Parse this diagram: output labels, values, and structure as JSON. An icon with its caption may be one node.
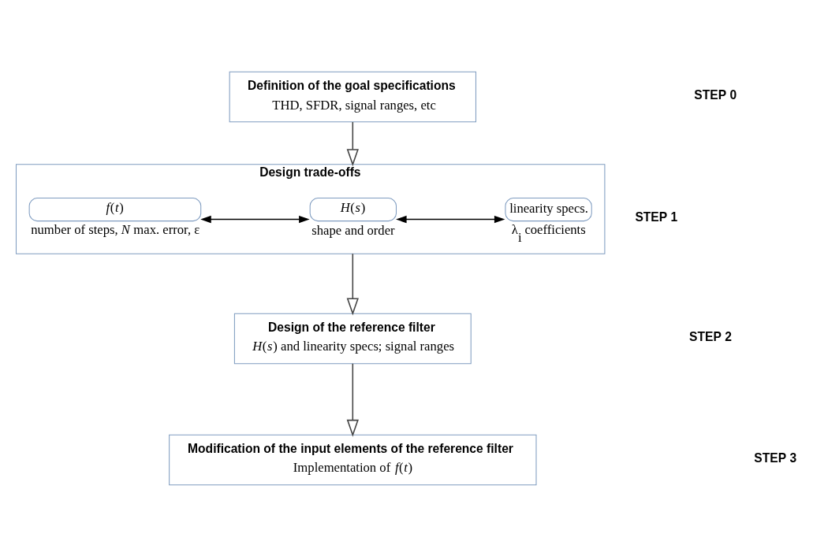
{
  "diagram": {
    "nodes": [
      {
        "text": [
          "Definition of the goal specifications",
          "THD, SFDR, signal ranges, etc"
        ]
      },
      {
        "text": [
          "Design trade-offs"
        ]
      },
      {
        "text": [
          "*f*(*t*)"
        ],
        "in": 1,
        "beside": [
          "number of steps, *N* max. error, ε"
        ]
      },
      {
        "text": [
          "*H*(*s*)"
        ],
        "in": 1,
        "beside": [
          "shape and order"
        ]
      },
      {
        "text": [
          "linearity specs."
        ],
        "in": 1,
        "beside": [
          "λ$_{i}$ coefficients"
        ]
      },
      {
        "text": [
          "Design of the reference filter",
          "*H*(*s*) and linearity specs; signal ranges"
        ]
      },
      {
        "text": [
          "Modification of the input elements of the reference filter",
          "Implementation of *f*(*t*)"
        ]
      }
    ],
    "edges": [
      {
        "from": 0,
        "to": 1,
        "arrow": "to"
      },
      {
        "from": 2,
        "to": 3,
        "arrow": "both"
      },
      {
        "from": 3,
        "to": 4,
        "arrow": "both"
      },
      {
        "from": 1,
        "to": 5,
        "arrow": "to"
      },
      {
        "from": 5,
        "to": 6,
        "arrow": "to"
      }
    ],
    "labels": [
      "STEP 0",
      "STEP 1",
      "STEP 2",
      "STEP 3"
    ]
  }
}
